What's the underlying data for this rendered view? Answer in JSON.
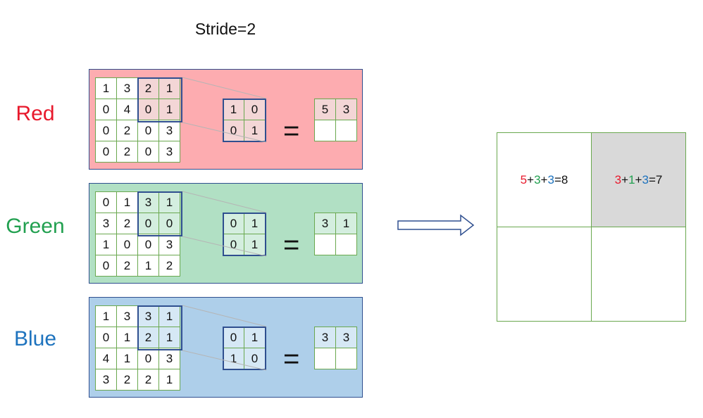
{
  "title": "Stride=2",
  "colors": {
    "red_label": "#e8192c",
    "green_label": "#22a050",
    "blue_label": "#1e73be",
    "red_bg": "#fdacb0",
    "green_bg": "#b1e0c4",
    "blue_bg": "#aecfea"
  },
  "channels": [
    {
      "label": "Red",
      "input": [
        [
          "1",
          "3",
          "2",
          "1"
        ],
        [
          "0",
          "4",
          "0",
          "1"
        ],
        [
          "0",
          "2",
          "0",
          "3"
        ],
        [
          "0",
          "2",
          "0",
          "3"
        ]
      ],
      "kernel": [
        [
          "1",
          "0"
        ],
        [
          "0",
          "1"
        ]
      ],
      "output": [
        [
          "5",
          "3"
        ],
        [
          "",
          ""
        ]
      ],
      "highlight_cells": [
        [
          0,
          2
        ],
        [
          0,
          3
        ],
        [
          1,
          2
        ],
        [
          1,
          3
        ]
      ],
      "equals": "="
    },
    {
      "label": "Green",
      "input": [
        [
          "0",
          "1",
          "3",
          "1"
        ],
        [
          "3",
          "2",
          "0",
          "0"
        ],
        [
          "1",
          "0",
          "0",
          "3"
        ],
        [
          "0",
          "2",
          "1",
          "2"
        ]
      ],
      "kernel": [
        [
          "0",
          "1"
        ],
        [
          "0",
          "1"
        ]
      ],
      "output": [
        [
          "3",
          "1"
        ],
        [
          "",
          ""
        ]
      ],
      "highlight_cells": [
        [
          0,
          2
        ],
        [
          0,
          3
        ],
        [
          1,
          2
        ],
        [
          1,
          3
        ]
      ],
      "equals": "="
    },
    {
      "label": "Blue",
      "input": [
        [
          "1",
          "3",
          "3",
          "1"
        ],
        [
          "0",
          "1",
          "2",
          "1"
        ],
        [
          "4",
          "1",
          "0",
          "3"
        ],
        [
          "3",
          "2",
          "2",
          "1"
        ]
      ],
      "kernel": [
        [
          "0",
          "1"
        ],
        [
          "1",
          "0"
        ]
      ],
      "output": [
        [
          "3",
          "3"
        ],
        [
          "",
          ""
        ]
      ],
      "highlight_cells": [
        [
          0,
          2
        ],
        [
          0,
          3
        ],
        [
          1,
          2
        ],
        [
          1,
          3
        ]
      ],
      "equals": "="
    }
  ],
  "result": {
    "cells": [
      [
        {
          "parts": [
            {
              "t": "5",
              "c": "red"
            },
            {
              "t": "+",
              "c": "black"
            },
            {
              "t": "3",
              "c": "green"
            },
            {
              "t": "+",
              "c": "black"
            },
            {
              "t": "3",
              "c": "blue"
            },
            {
              "t": "=8",
              "c": "black"
            }
          ],
          "grey": false
        },
        {
          "parts": [
            {
              "t": "3",
              "c": "red"
            },
            {
              "t": "+",
              "c": "black"
            },
            {
              "t": "1",
              "c": "green"
            },
            {
              "t": "+",
              "c": "black"
            },
            {
              "t": "3",
              "c": "blue"
            },
            {
              "t": "=7",
              "c": "black"
            }
          ],
          "grey": true
        }
      ],
      [
        {
          "parts": [],
          "grey": false
        },
        {
          "parts": [],
          "grey": false
        }
      ]
    ]
  }
}
